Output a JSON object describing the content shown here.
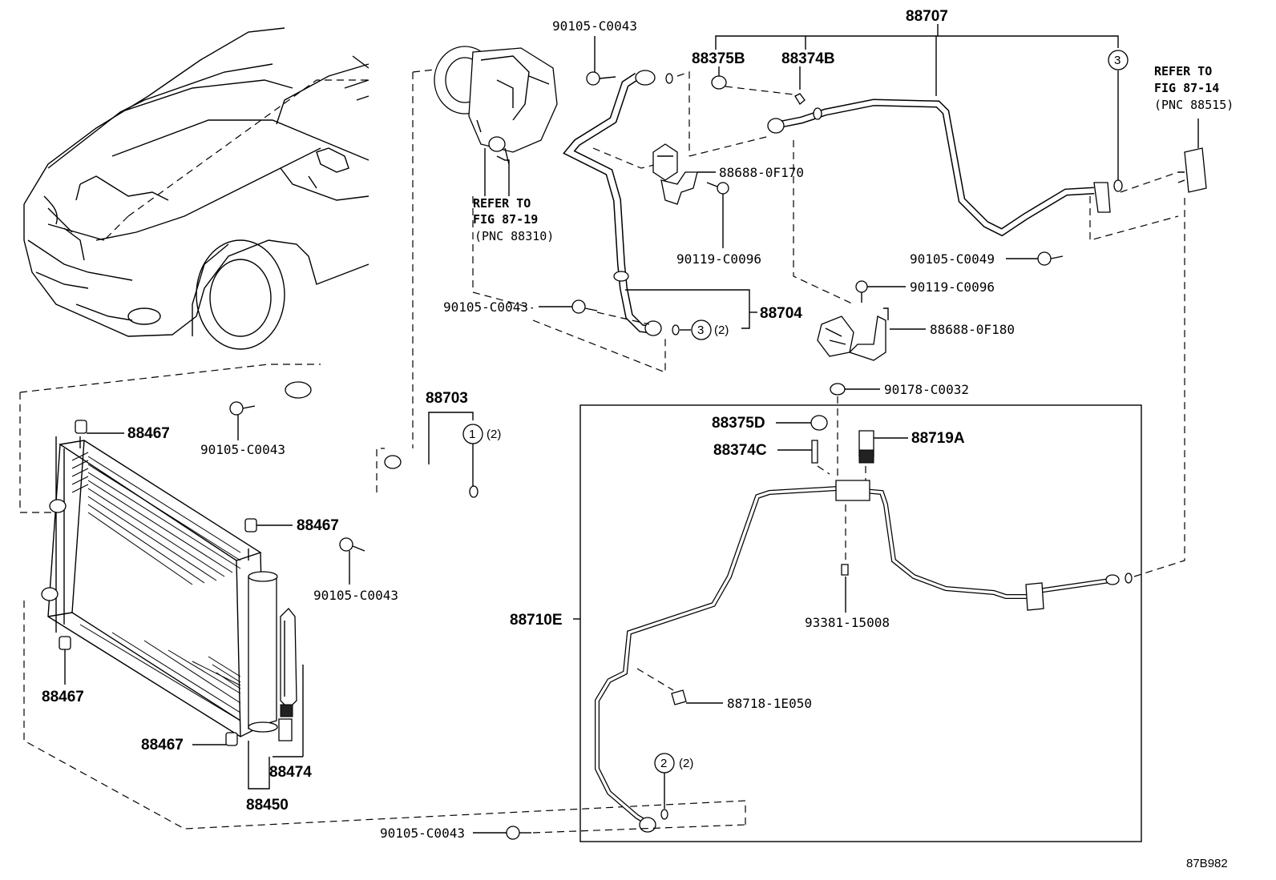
{
  "diagram": {
    "code": "87B982",
    "labels": {
      "p88707": "88707",
      "p88375B": "88375B",
      "p88374B": "88374B",
      "p90105_C0043_top": "90105-C0043",
      "p88688_0F170": "88688-0F170",
      "p90119_C0096_a": "90119-C0096",
      "p90105_C0049": "90105-C0049",
      "p90119_C0096_b": "90119-C0096",
      "p88704": "88704",
      "p90105_C0043_mid": "90105-C0043",
      "p88688_0F180": "88688-0F180",
      "p90178_C0032": "90178-C0032",
      "p88703": "88703",
      "p88467_a": "88467",
      "p90105_C0043_l1": "90105-C0043",
      "p88467_b": "88467",
      "p90105_C0043_l2": "90105-C0043",
      "p88467_c": "88467",
      "p88467_d": "88467",
      "p88474": "88474",
      "p88450": "88450",
      "p90105_C0043_bot": "90105-C0043",
      "p88375D": "88375D",
      "p88374C": "88374C",
      "p88719A": "88719A",
      "p88710E": "88710E",
      "p93381_15008": "93381-15008",
      "p88718_1E050": "88718-1E050"
    },
    "refs": {
      "compressor": [
        "REFER TO",
        "FIG 87-19",
        "(PNC 88310)"
      ],
      "valve": [
        "REFER TO",
        "FIG 87-14",
        "(PNC 88515)"
      ]
    },
    "callouts": {
      "c1": "1",
      "c1_qty": "(2)",
      "c2": "2",
      "c2_qty": "(2)",
      "c3a": "3",
      "c3a_qty": "(2)",
      "c3b": "3"
    }
  }
}
